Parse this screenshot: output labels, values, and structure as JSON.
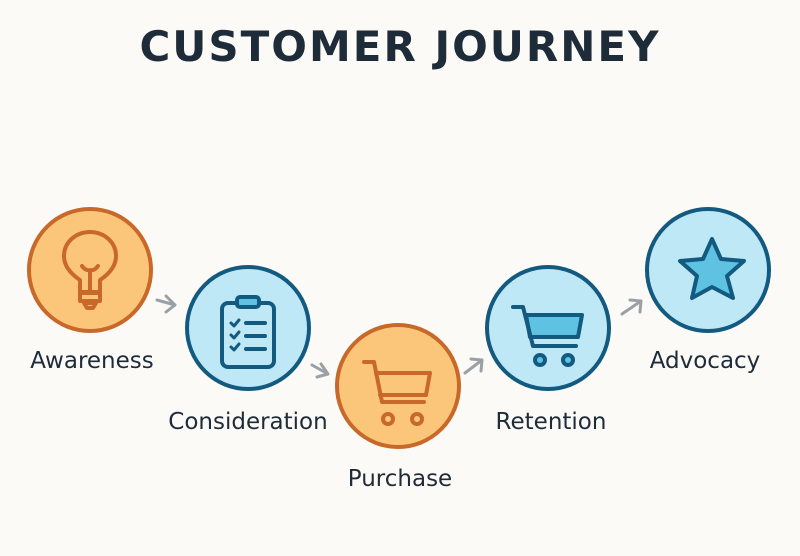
{
  "title": "CUSTOMER JOURNEY",
  "stages": [
    {
      "label": "Awareness",
      "icon": "lightbulb-icon"
    },
    {
      "label": "Consideration",
      "icon": "clipboard-checklist-icon"
    },
    {
      "label": "Purchase",
      "icon": "shopping-cart-icon"
    },
    {
      "label": "Retention",
      "icon": "shopping-cart-icon"
    },
    {
      "label": "Advocacy",
      "icon": "star-icon"
    }
  ],
  "colors": {
    "orange_fill": "#fcc67a",
    "orange_stroke": "#c8692a",
    "blue_fill": "#bfe8f7",
    "blue_stroke": "#135a80",
    "blue_accent": "#5fc2e3",
    "arrow": "#9aa1a6",
    "text": "#1e2b38"
  }
}
